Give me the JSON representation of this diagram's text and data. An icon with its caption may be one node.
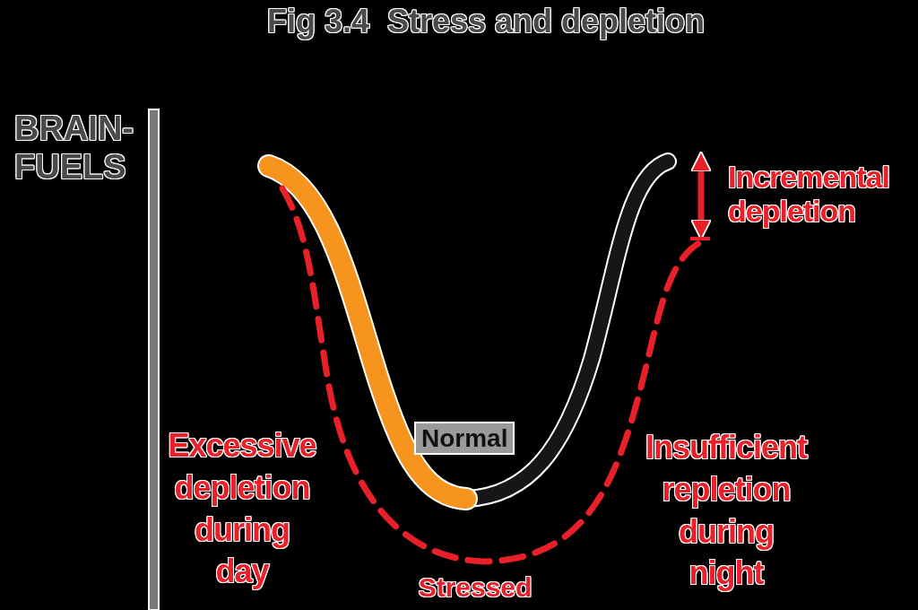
{
  "diagram": {
    "title": "Fig 3.4  Stress and depletion",
    "labels": [
      "BRAIN-FUELS",
      "Incremental depletion",
      "Normal",
      "Excessive depletion during day",
      "Insufficient repletion during night",
      "Stressed"
    ]
  }
}
